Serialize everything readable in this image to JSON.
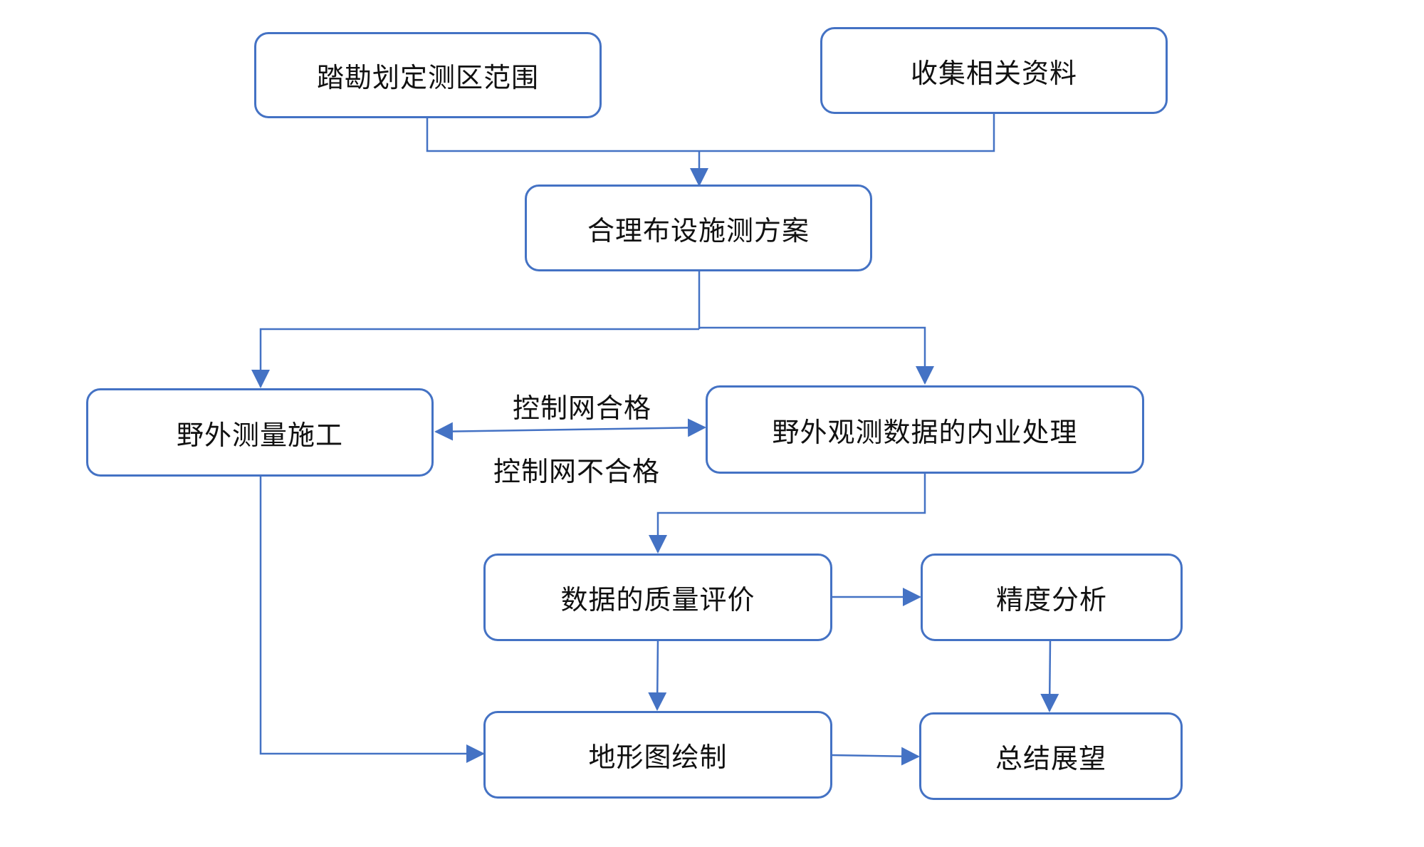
{
  "diagram": {
    "type": "flowchart",
    "colors": {
      "stroke": "#4472c4",
      "text": "#111111",
      "background": "#ffffff"
    },
    "nodes": {
      "survey": "踏勘划定测区范围",
      "collect": "收集相关资料",
      "plan": "合理布设施测方案",
      "field": "野外测量施工",
      "process": "野外观测数据的内业处理",
      "quality": "数据的质量评价",
      "accuracy": "精度分析",
      "mapping": "地形图绘制",
      "summary": "总结展望"
    },
    "edge_labels": {
      "pass": "控制网合格",
      "fail": "控制网不合格"
    },
    "edges": [
      {
        "from": "survey",
        "to": "plan"
      },
      {
        "from": "collect",
        "to": "plan"
      },
      {
        "from": "plan",
        "to": "field"
      },
      {
        "from": "plan",
        "to": "process"
      },
      {
        "from": "field",
        "to": "process",
        "label": "pass"
      },
      {
        "from": "process",
        "to": "field",
        "label": "fail"
      },
      {
        "from": "process",
        "to": "quality"
      },
      {
        "from": "quality",
        "to": "accuracy"
      },
      {
        "from": "quality",
        "to": "mapping"
      },
      {
        "from": "accuracy",
        "to": "summary"
      },
      {
        "from": "field",
        "to": "mapping"
      },
      {
        "from": "mapping",
        "to": "summary"
      }
    ]
  }
}
